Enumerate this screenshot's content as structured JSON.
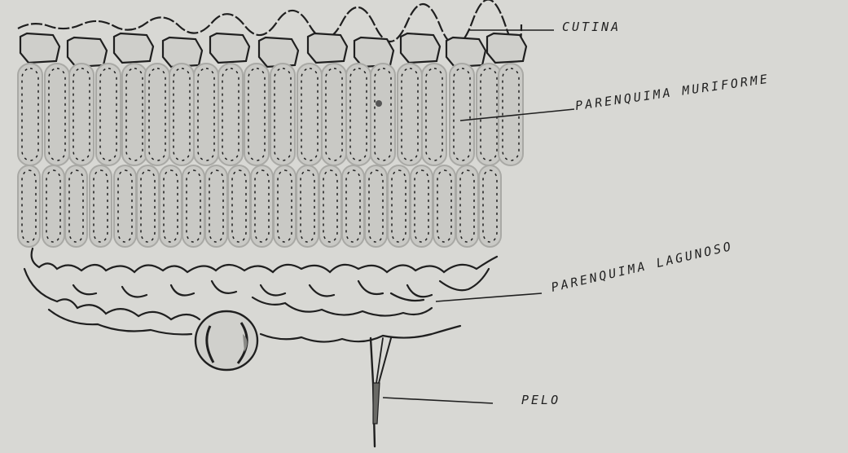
{
  "labels": {
    "cutina": "CUTINA",
    "parenquima_muriforme": "PARENQUIMA MURIFORME",
    "parenquima_lagunoso": "PARENQUIMA LAGUNOSO",
    "pelo": "PELO"
  },
  "colors": {
    "paper": "#d8d8d4",
    "ink": "#1f1f1f",
    "cell_fill": "#c9c9c5",
    "cell_outline": "#a9a9a5"
  }
}
